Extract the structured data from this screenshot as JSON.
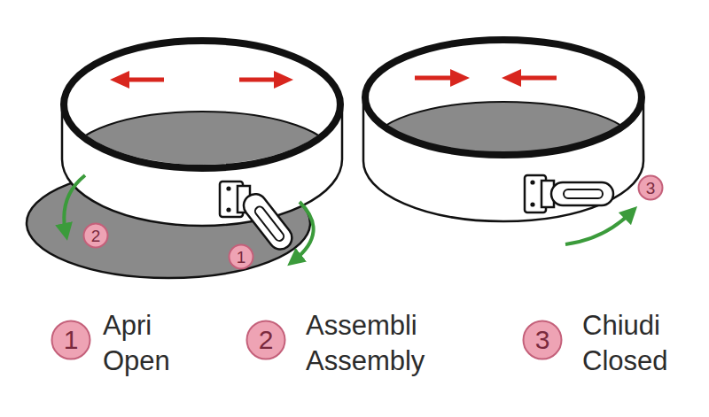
{
  "diagram": {
    "nodes": [
      {
        "text": [
          "2"
        ]
      },
      {
        "text": [
          "1"
        ]
      },
      {
        "text": [
          "3"
        ]
      },
      {
        "text": [
          "1"
        ]
      },
      {
        "text": [
          "2"
        ]
      },
      {
        "text": [
          "3"
        ]
      }
    ],
    "labels": [
      "Apri",
      "Open",
      "Assembli",
      "Assembly",
      "Chiudi",
      "Closed"
    ]
  }
}
